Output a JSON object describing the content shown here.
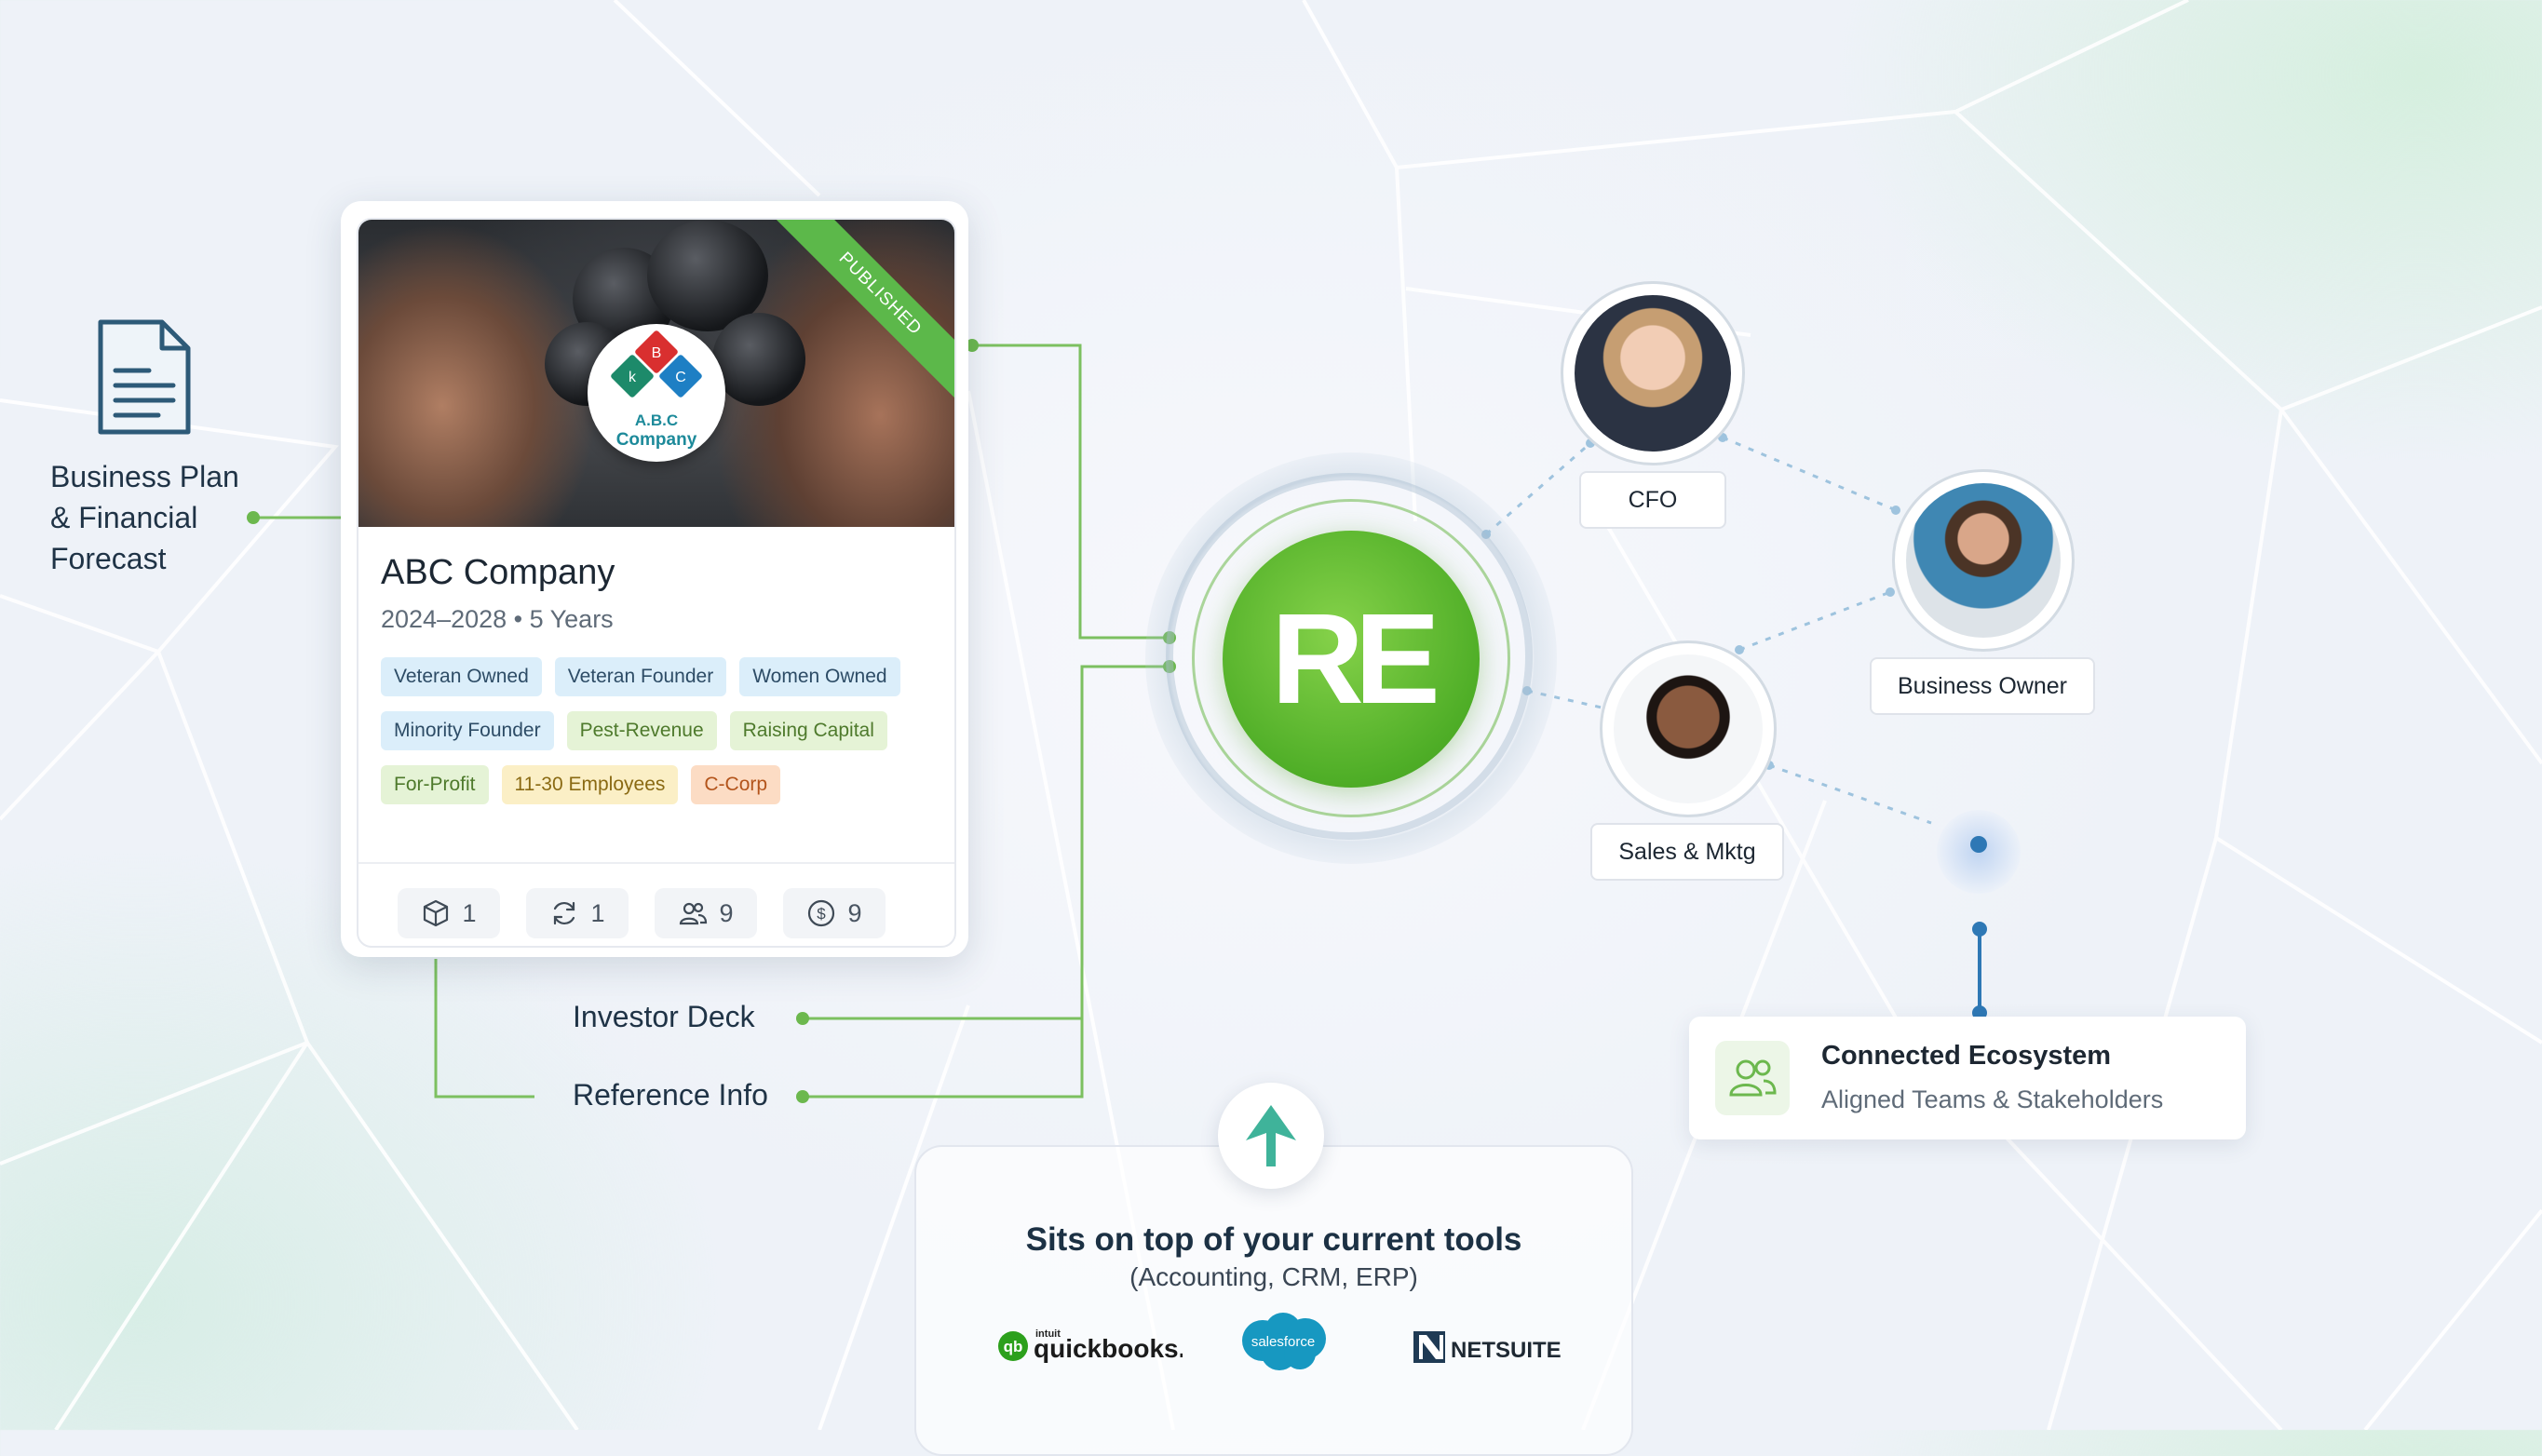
{
  "left_item": {
    "icon": "document-icon",
    "label_lines": [
      "Business Plan",
      "& Financial",
      "Forecast"
    ]
  },
  "card": {
    "ribbon": "PUBLISHED",
    "logo_lines": [
      "A.B.C",
      "Company"
    ],
    "logo_letters": [
      "B",
      "k",
      "C"
    ],
    "title": "ABC Company",
    "subtitle": "2024–2028 • 5 Years",
    "tag_rows": [
      [
        {
          "label": "Veteran Owned",
          "tone": "blue"
        },
        {
          "label": "Veteran Founder",
          "tone": "blue"
        },
        {
          "label": "Women Owned",
          "tone": "blue"
        }
      ],
      [
        {
          "label": "Minority Founder",
          "tone": "blue"
        },
        {
          "label": "Pest-Revenue",
          "tone": "green"
        },
        {
          "label": "Raising Capital",
          "tone": "green"
        }
      ],
      [
        {
          "label": "For-Profit",
          "tone": "green"
        },
        {
          "label": "11-30 Employees",
          "tone": "yellow"
        },
        {
          "label": "C-Corp",
          "tone": "orange"
        }
      ]
    ],
    "stats": [
      {
        "icon": "box-icon",
        "value": "1"
      },
      {
        "icon": "refresh-icon",
        "value": "1"
      },
      {
        "icon": "users-icon",
        "value": "9"
      },
      {
        "icon": "dollar-icon",
        "value": "9"
      }
    ]
  },
  "links": {
    "investor_deck": "Investor Deck",
    "reference_info": "Reference Info"
  },
  "hub": {
    "logo_text": "RE"
  },
  "people": {
    "cfo": "CFO",
    "business_owner": "Business Owner",
    "sales": "Sales & Mktg"
  },
  "ecosystem": {
    "icon": "users-icon",
    "title": "Connected Ecosystem",
    "subtitle": "Aligned Teams & Stakeholders"
  },
  "tools": {
    "title": "Sits on top of your current tools",
    "subtitle": "(Accounting, CRM, ERP)",
    "brands": {
      "quickbooks_small": "intuit",
      "quickbooks": "quickbooks.",
      "salesforce": "salesforce",
      "netsuite": "NETSUITE"
    }
  },
  "colors": {
    "accent_green": "#5cb84a",
    "accent_blue": "#2e78b5"
  }
}
